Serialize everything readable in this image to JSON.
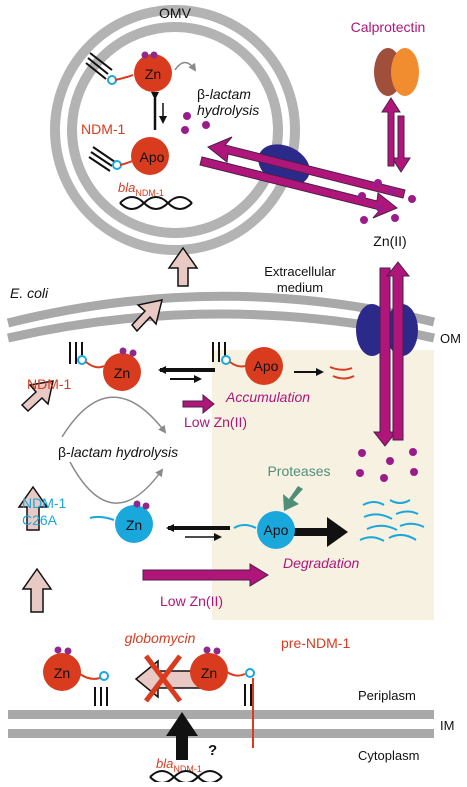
{
  "labels": {
    "omv": "OMV",
    "calprotectin": "Calprotectin",
    "beta": "β-",
    "lactam_hydrolysis": "lactam",
    "hydrolysis": "hydrolysis",
    "ndm1": "NDM-1",
    "zn": "Zn",
    "apo": "Apo",
    "bla": "bla",
    "bla_sub": "NDM-1",
    "zn2": "Zn(II)",
    "extracellular": "Extracellular",
    "medium": "medium",
    "ecoli": "E. coli",
    "om": "OM",
    "accumulation": "Accumulation",
    "low_zn": "Low Zn(II)",
    "beta_lactam_line": "β-lactam hydrolysis",
    "proteases": "Proteases",
    "ndm1_c26a_a": "NDM-1",
    "ndm1_c26a_b": "C26A",
    "degradation": "Degradation",
    "globomycin": "globomycin",
    "pre_ndm1": "pre-NDM-1",
    "periplasm": "Periplasm",
    "im": "IM",
    "cytoplasm": "Cytoplasm",
    "question": "?"
  },
  "colors": {
    "red": "#d93b1f",
    "magenta": "#b0157a",
    "purple": "#8e2a8e",
    "navy": "#2b2a8a",
    "cyan": "#1aa7dc",
    "green": "#4f8f7a",
    "gray": "#a9a9a9",
    "pink": "#e9c9c4",
    "beige": "#f7f1e1"
  }
}
